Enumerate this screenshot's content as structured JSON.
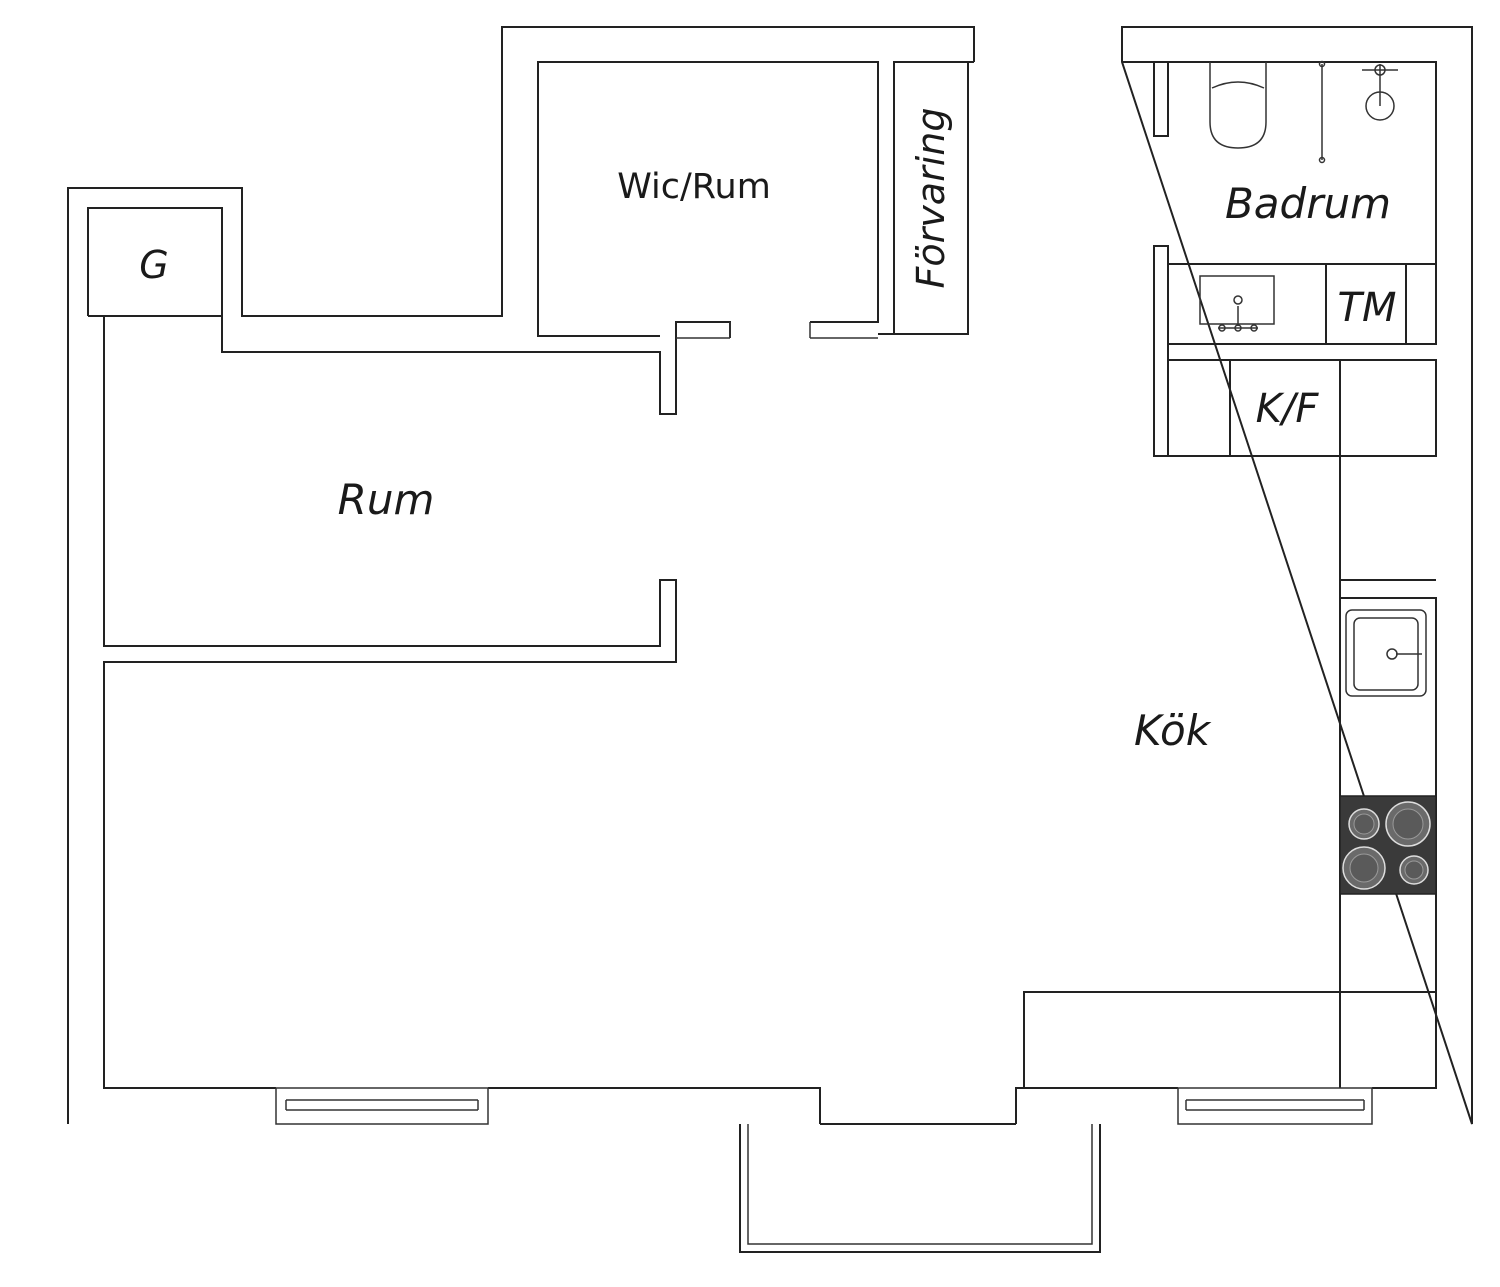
{
  "rooms": {
    "garderob": "G",
    "wic": "Wic/Rum",
    "forvaring": "Förvaring",
    "badrum": "Badrum",
    "tvattmaskin": "TM",
    "kyl_frys": "K/F",
    "rum": "Rum",
    "kok": "Kök"
  },
  "colors": {
    "line": "#222222",
    "stove": "#3a3a3a",
    "background": "#ffffff"
  },
  "icons": {
    "toilet": "toilet-icon",
    "shower": "shower-icon",
    "washbasin": "washbasin-icon",
    "kitchen_sink": "kitchen-sink-icon",
    "stove": "stove-icon"
  }
}
